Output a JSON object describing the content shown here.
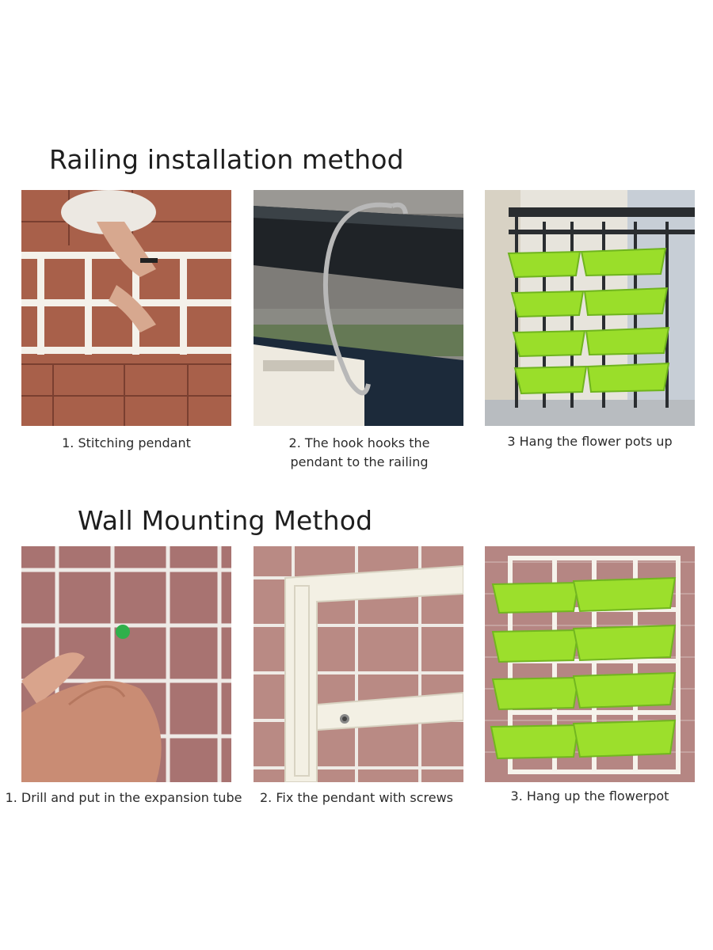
{
  "railing": {
    "heading": "Railing installation method",
    "steps": [
      {
        "caption": "1. Stitching pendant"
      },
      {
        "caption": "2. The hook hooks the pendant to the railing"
      },
      {
        "caption": "3 Hang the flower pots up"
      }
    ]
  },
  "wall": {
    "heading": "Wall Mounting Method",
    "steps": [
      {
        "caption": "1. Drill and put in the expansion tube"
      },
      {
        "caption": "2. Fix the pendant with screws"
      },
      {
        "caption": "3. Hang up the flowerpot"
      }
    ]
  },
  "colors": {
    "pot_green": "#9adf2a",
    "deck_wood": "#a65a45",
    "frame_white": "#f2efe6",
    "tile_brick": "#b07a78"
  }
}
